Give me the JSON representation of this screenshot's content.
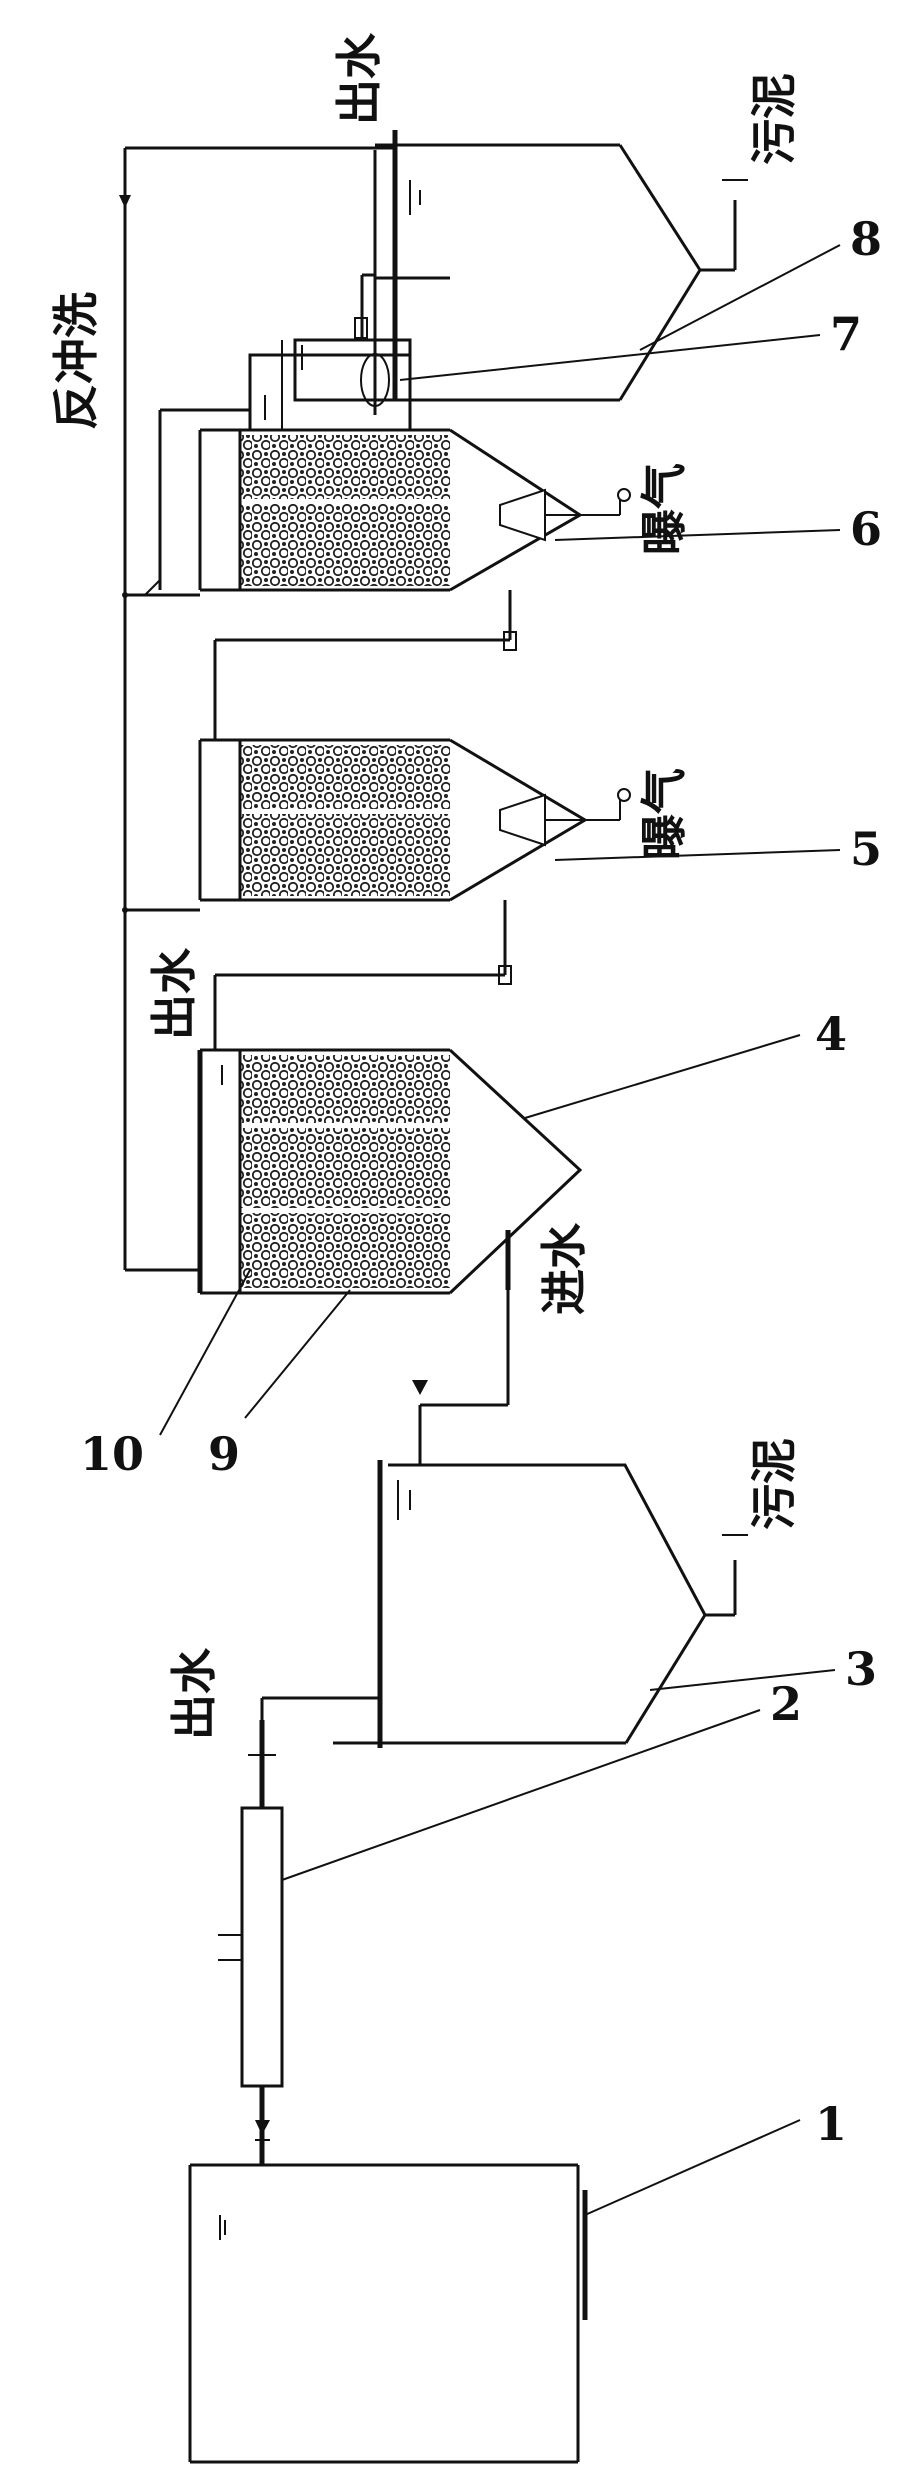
{
  "labels": {
    "outlet": "出水",
    "backwash": "反冲洗",
    "sludge": "污泥",
    "aeration": "曝气",
    "inlet": "进水"
  },
  "numbers": [
    "1",
    "2",
    "3",
    "4",
    "5",
    "6",
    "7",
    "8",
    "9",
    "10"
  ]
}
